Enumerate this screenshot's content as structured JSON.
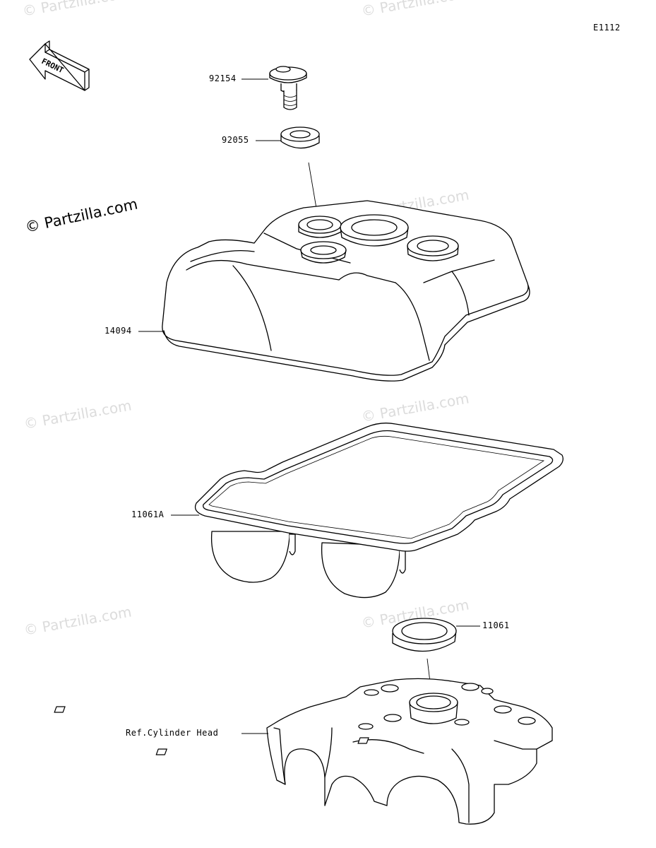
{
  "diagram_code": "E1112",
  "front_label": "FRONT",
  "copyright_main": "© Partzilla.com",
  "watermark_text": "© Partzilla.com",
  "parts": [
    {
      "number": "92154",
      "description": ""
    },
    {
      "number": "92055",
      "description": ""
    },
    {
      "number": "14094",
      "description": ""
    },
    {
      "number": "11061A",
      "description": ""
    },
    {
      "number": "11061",
      "description": ""
    },
    {
      "number": "Ref.Cylinder Head",
      "description": ""
    }
  ],
  "colors": {
    "line": "#000000",
    "watermark": "#dcdcdc",
    "background": "#ffffff"
  }
}
